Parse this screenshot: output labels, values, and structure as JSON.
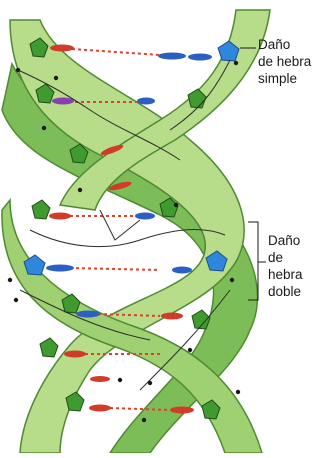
{
  "labels": {
    "single_strand_damage": [
      "Daño",
      "de hebra",
      "simple"
    ],
    "double_strand_damage": [
      "Daño",
      "de hebra",
      "doble"
    ]
  },
  "colors": {
    "strand_light": "#b7dc8a",
    "strand_dark": "#7dbd58",
    "strand_edge": "#4f8a33",
    "sugar": "#3f9a2f",
    "damage_marker": "#2f86dc",
    "base_red": "#d23a2a",
    "base_blue": "#2b5fc4",
    "base_purple": "#8a3fb0",
    "bond": "#e0402d",
    "backbone_line": "#2d2d2d"
  }
}
